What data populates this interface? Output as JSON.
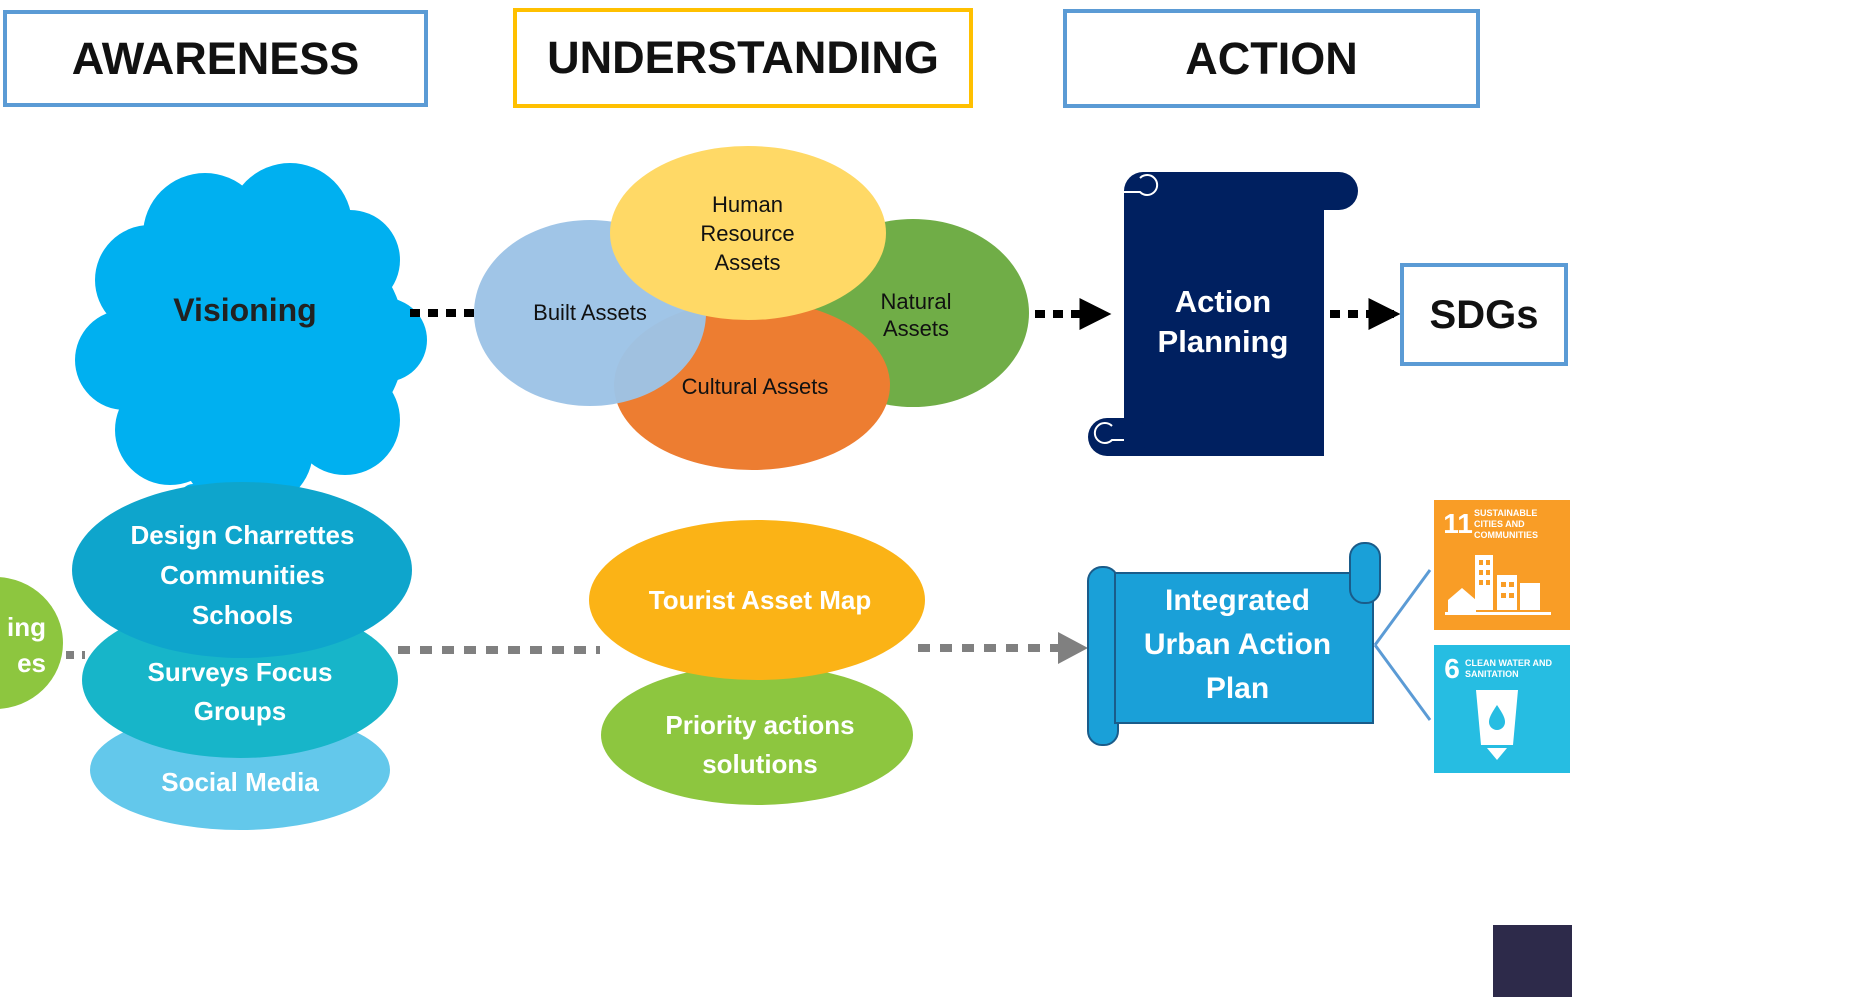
{
  "headers": {
    "awareness": "AWARENESS",
    "understanding": "UNDERSTANDING",
    "action": "ACTION"
  },
  "cloud": {
    "label": "Visioning"
  },
  "assets": {
    "human": "Human Resource Assets",
    "built": "Built Assets",
    "natural": "Natural Assets",
    "cultural": "Cultural Assets"
  },
  "action_planning": "Action Planning",
  "sdgs": "SDGs",
  "lower": {
    "left_partial": "ing es",
    "design": "Design Charrettes Communities Schools",
    "surveys": "Surveys Focus Groups",
    "social": "Social Media",
    "tourist": "Tourist Asset Map",
    "priority": "Priority actions solutions",
    "iuap": "Integrated Urban  Action Plan"
  },
  "sdg_tiles": [
    {
      "number": "11",
      "title": "SUSTAINABLE CITIES AND COMMUNITIES",
      "color": "#F99D26",
      "icon": "city-buildings-icon"
    },
    {
      "number": "6",
      "title": "CLEAN WATER AND SANITATION",
      "color": "#26BDE2",
      "icon": "water-glass-icon"
    }
  ],
  "colors": {
    "header_blue": "#5b9bd5",
    "header_gold": "#ffc000",
    "cloud": "#00b0f0",
    "built": "#9dc3e6",
    "human": "#ffd966",
    "natural": "#70ad47",
    "cultural": "#ed7d31",
    "scroll_navy": "#002060",
    "design": "#0ea5cc",
    "surveys": "#17b5c9",
    "social": "#63c8eb",
    "green": "#8dc63f",
    "tourist": "#fbb316",
    "iuap": "#1aa0d8"
  }
}
